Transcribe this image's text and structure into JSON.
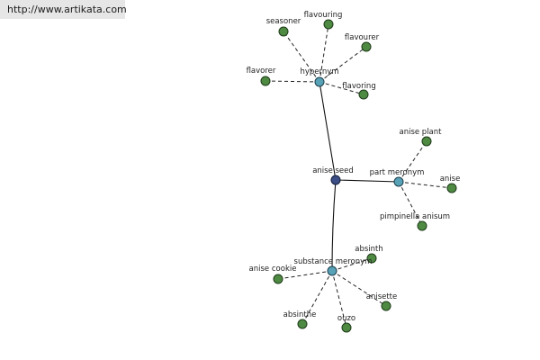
{
  "watermark": {
    "url": "http://www.artikata.com"
  },
  "graph": {
    "root": {
      "label": "anise seed"
    },
    "relations": [
      {
        "label": "hypernym",
        "leaves": [
          "seasoner",
          "flavouring",
          "flavourer",
          "flavorer",
          "flavoring"
        ]
      },
      {
        "label": "part meronym",
        "leaves": [
          "anise plant",
          "anise",
          "pimpinella anisum"
        ]
      },
      {
        "label": "substance meronym",
        "leaves": [
          "absinth",
          "anise cookie",
          "anisette",
          "absinthe",
          "ouzo"
        ]
      }
    ],
    "colors": {
      "root": "#3c4e86",
      "relation": "#58a2b8",
      "leaf": "#4f8a43",
      "background": "#ffffff"
    }
  }
}
